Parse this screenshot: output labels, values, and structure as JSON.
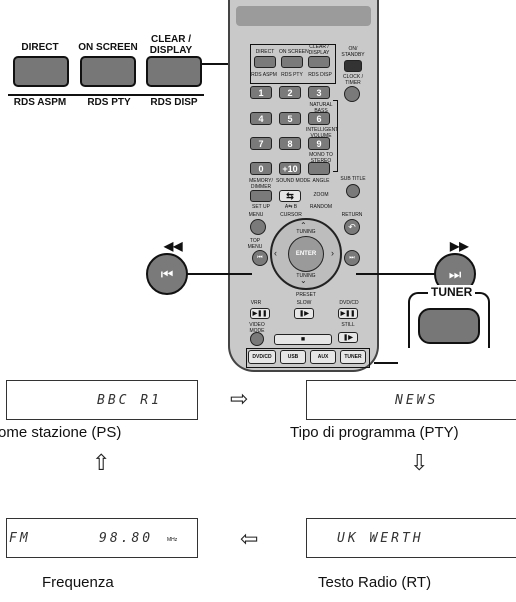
{
  "buttons_top": {
    "direct": {
      "label": "DIRECT",
      "sub": "RDS ASPM"
    },
    "on_screen": {
      "label": "ON SCREEN",
      "sub": "RDS PTY"
    },
    "clear_display": {
      "label": "CLEAR / DISPLAY",
      "sub": "RDS DISP"
    }
  },
  "tuner_label": "TUNER",
  "skip_back_symbol": "◀◀",
  "skip_fwd_symbol": "▶▶",
  "remote": {
    "direct": "DIRECT",
    "on_screen": "ON SCREEN",
    "clear_display": "CLEAR / DISPLAY",
    "rds_aspm": "RDS ASPM",
    "rds_pty": "RDS PTY",
    "rds_disp": "RDS DISP",
    "on_standby": "ON/ STANDBY",
    "clock_timer": "CLOCK / TIMER",
    "natural_bass": "NATURAL BASS",
    "intelligent_volume": "INTELLIGENT VOLUME",
    "mono_to_stereo": "MONO TO STEREO",
    "numbers": [
      "1",
      "2",
      "3",
      "4",
      "5",
      "6",
      "7",
      "8",
      "9",
      "0",
      "+10"
    ],
    "memory_dimmer": "MEMORY/ DIMMER",
    "sound_mode": "SOUND MODE",
    "angle": "ANGLE",
    "zoom": "ZOOM",
    "sub_title": "SUB TITLE",
    "set_up": "SET UP",
    "ab": "A⇆ B",
    "random": "RANDOM",
    "menu": "MENU",
    "cursor": "CURSOR",
    "return": "RETURN",
    "top_menu": "TOP MENU",
    "tuning_up": "TUNING",
    "tuning_down": "TUNING",
    "enter": "ENTER",
    "preset": "PRESET",
    "vrr": "VRR",
    "slow": "SLOW",
    "dvd_cd": "DVD/CD",
    "video_mode": "VIDEO MODE",
    "still": "STILL",
    "src_dvdcd": "DVD/CD",
    "src_usb": "USB",
    "src_aux": "AUX",
    "src_tuner": "TUNER"
  },
  "displays": {
    "ps": {
      "text": "BBC  R1",
      "caption": "ome stazione (PS)"
    },
    "pty": {
      "text": "NEWS",
      "caption": "Tipo di programma (PTY)"
    },
    "freq": {
      "band": "FM",
      "value": "98.80",
      "unit": "MHz",
      "caption": "Frequenza"
    },
    "rt": {
      "text": "UK  WERTH",
      "caption": "Testo Radio (RT)"
    }
  },
  "arrows": {
    "right": "⇨",
    "left": "⇦",
    "up": "⇧",
    "down": "⇩"
  }
}
